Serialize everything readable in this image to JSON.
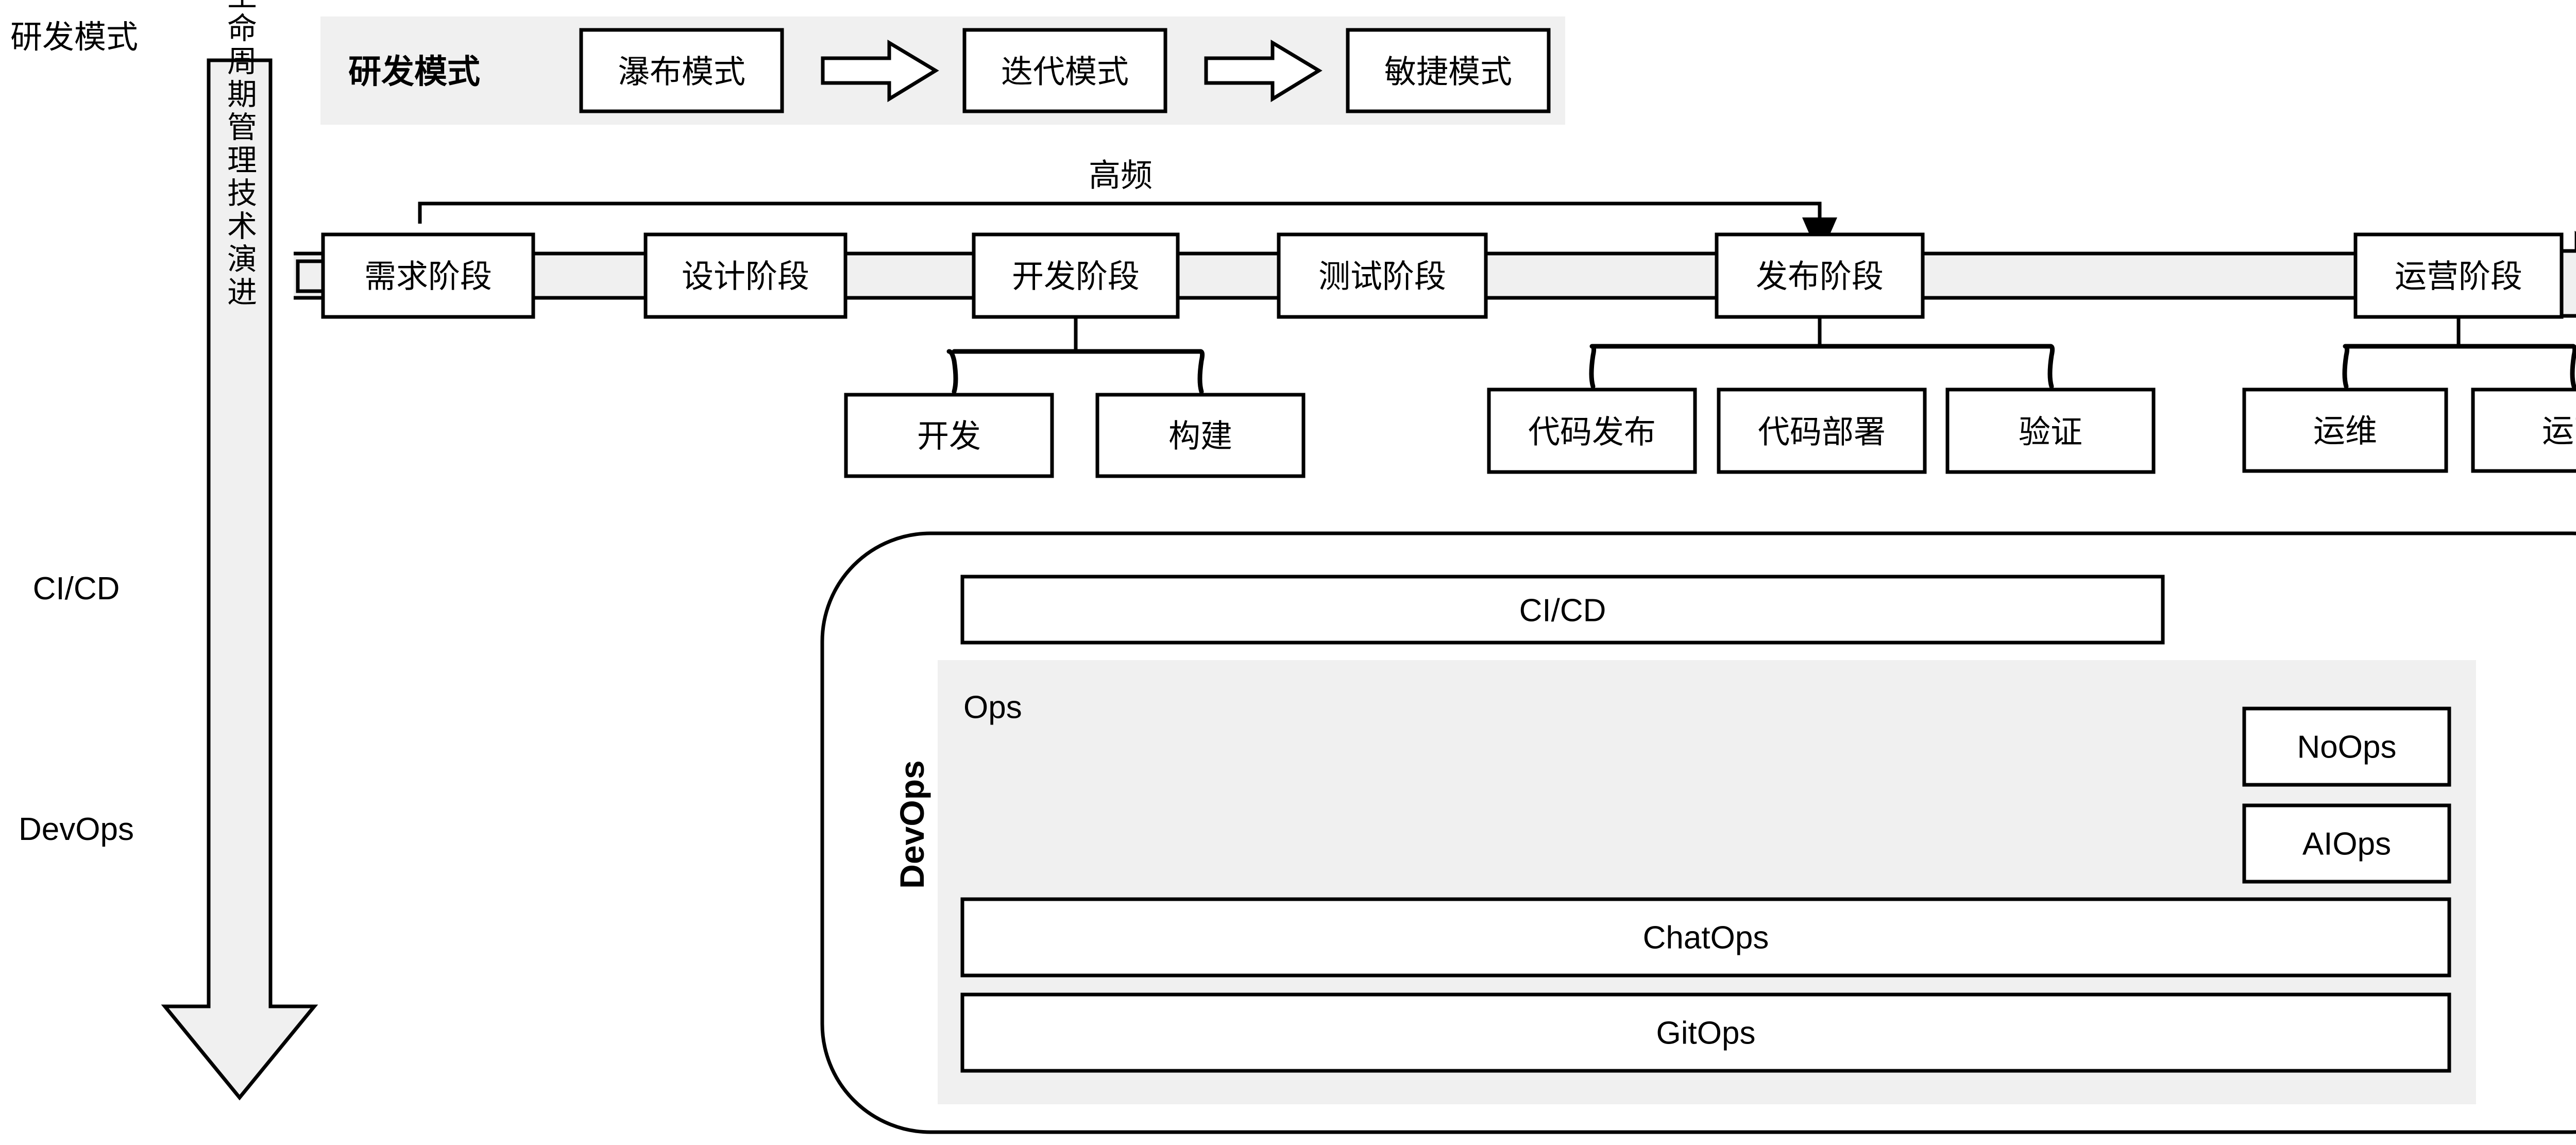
{
  "left_axis": {
    "top_label": "研发模式",
    "arrow_label": "生命周期管理技术演进",
    "milestones": [
      {
        "label": "CI/CD"
      },
      {
        "label": "DevOps"
      }
    ]
  },
  "mode_band": {
    "title": "研发模式",
    "items": [
      {
        "label": "瀑布模式"
      },
      {
        "label": "迭代模式"
      },
      {
        "label": "敏捷模式"
      }
    ],
    "connector_icon": "block-arrow-right-icon"
  },
  "pipeline": {
    "feedback_label": "高频",
    "feedback_from": "需求阶段",
    "feedback_to": "发布阶段",
    "stages": [
      {
        "label": "需求阶段",
        "children": []
      },
      {
        "label": "设计阶段",
        "children": []
      },
      {
        "label": "开发阶段",
        "children": [
          {
            "label": "开发"
          },
          {
            "label": "构建"
          }
        ]
      },
      {
        "label": "测试阶段",
        "children": []
      },
      {
        "label": "发布阶段",
        "children": [
          {
            "label": "代码发布"
          },
          {
            "label": "代码部署"
          },
          {
            "label": "验证"
          }
        ]
      },
      {
        "label": "运营阶段",
        "children": [
          {
            "label": "运维"
          },
          {
            "label": "运营"
          }
        ]
      }
    ],
    "end_arrow_icon": "block-arrow-right-icon"
  },
  "devops": {
    "label": "DevOps",
    "cicd": {
      "label": "CI/CD"
    },
    "ops": {
      "label": "Ops",
      "right_items": [
        {
          "label": "NoOps"
        },
        {
          "label": "AIOps"
        }
      ],
      "wide_items": [
        {
          "label": "ChatOps"
        },
        {
          "label": "GitOps"
        }
      ]
    }
  },
  "colors": {
    "stroke": "#000000",
    "band_fill": "#f0f0f0",
    "panel_fill": "#ffffff",
    "page_bg": "#ffffff"
  }
}
